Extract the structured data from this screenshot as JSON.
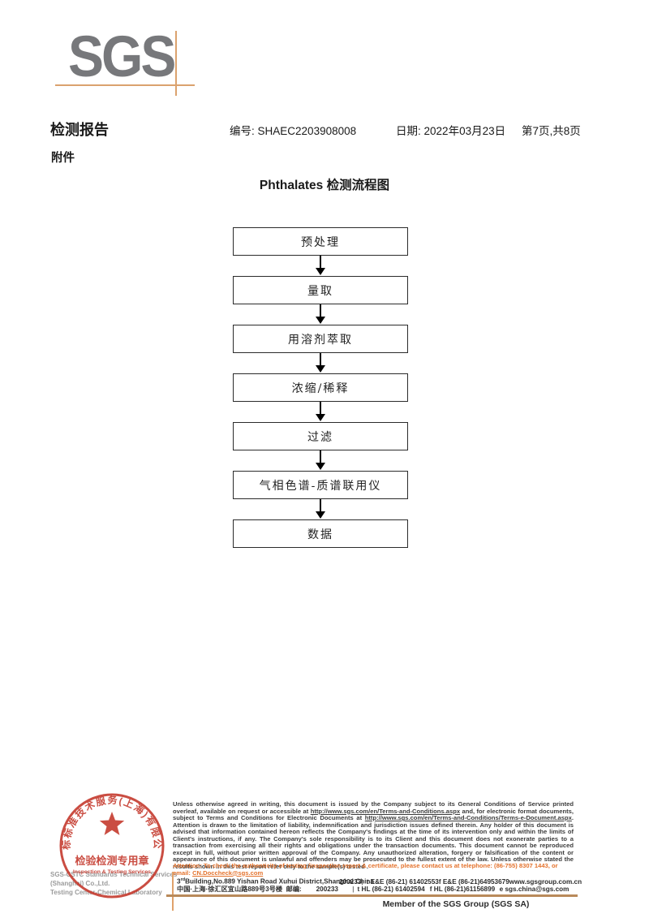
{
  "logo": {
    "text": "SGS"
  },
  "colors": {
    "logo_gray": "#77787b",
    "accent_orange": "#dba26e",
    "footer_line_tan": "#b98a5a",
    "attention_orange": "#e4722c",
    "stamp_red": "#c53a2e"
  },
  "header": {
    "report_title": "检测报告",
    "no_label": "编号:",
    "no_value": "SHAEC2203908008",
    "date_label": "日期:",
    "date_value": "2022年03月23日",
    "page_info": "第7页,共8页",
    "attachment_label": "附件"
  },
  "flowchart": {
    "title": "Phthalates 检测流程图",
    "steps": [
      {
        "label": "预处理"
      },
      {
        "label": "量取"
      },
      {
        "label": "用溶剂萃取"
      },
      {
        "label": "浓缩/稀释"
      },
      {
        "label": "过滤"
      },
      {
        "label": "气相色谱-质谱联用仪"
      },
      {
        "label": "数据"
      }
    ]
  },
  "footer": {
    "legal": {
      "part1": "Unless otherwise agreed in writing, this document is issued by the Company subject to its General Conditions of Service printed overleaf, available on request or accessible at ",
      "url1": "http://www.sgs.com/en/Terms-and-Conditions.aspx",
      "part2": " and, for electronic format documents, subject to Terms and Conditions for Electronic Documents at ",
      "url2": "http://www.sgs.com/en/Terms-and-Conditions/Terms-e-Document.aspx",
      "part3": ". Attention is drawn to the limitation of liability, indemnification and jurisdiction issues defined therein. Any holder of this document is advised that information contained hereon reflects the Company's findings at the time of its intervention only and within the limits of Client's instructions, if any. The Company's sole responsibility is to its Client and this document does not exonerate parties to a transaction from exercising all their rights and obligations under the transaction documents. This document cannot be reproduced except in full, without prior written approval of the Company. Any unauthorized alteration, forgery or falsification of the content or appearance of this document is unlawful and offenders may be prosecuted to the fullest extent of the law. Unless otherwise stated the results shown in this test report refer only to the sample(s) tested ."
    },
    "attention": {
      "text": "Attention: To check the authenticity of testing /inspection report & certificate, please contact us at telephone: (86-755) 8307 1443, or email: ",
      "email": "CN.Doccheck@sgs.com"
    },
    "address": {
      "en_prefix": "3",
      "en_sup": "rd",
      "en_street": "Building,No.889 Yishan Road Xuhui District,Shanghai China",
      "en_zip": "200233",
      "en_tel": "t E&E (86-21) 61402553",
      "en_fax": "f E&E (86-21)64953679",
      "en_web": "www.sgsgroup.com.cn",
      "cn_street": "中国·上海·徐汇区宜山路889号3号楼",
      "cn_zip_label": "邮编:",
      "cn_zip": "200233",
      "cn_tel": "t HL (86-21) 61402594",
      "cn_fax": "f HL (86-21)61156899",
      "cn_email": "e  sgs.china@sgs.com"
    },
    "member_line": "Member of the SGS Group (SGS SA)",
    "stamp": {
      "ring_text": "通标标准技术服务(上海)有限公司",
      "center_line1": "检验检测专用章",
      "center_line2": "Inspection & Testing Services"
    },
    "company_en_line1": "SGS-CSTC Standards Technical Services (Shanghai) Co.,Ltd.",
    "company_en_line2": "Testing Center-Chemical Laboratory"
  }
}
